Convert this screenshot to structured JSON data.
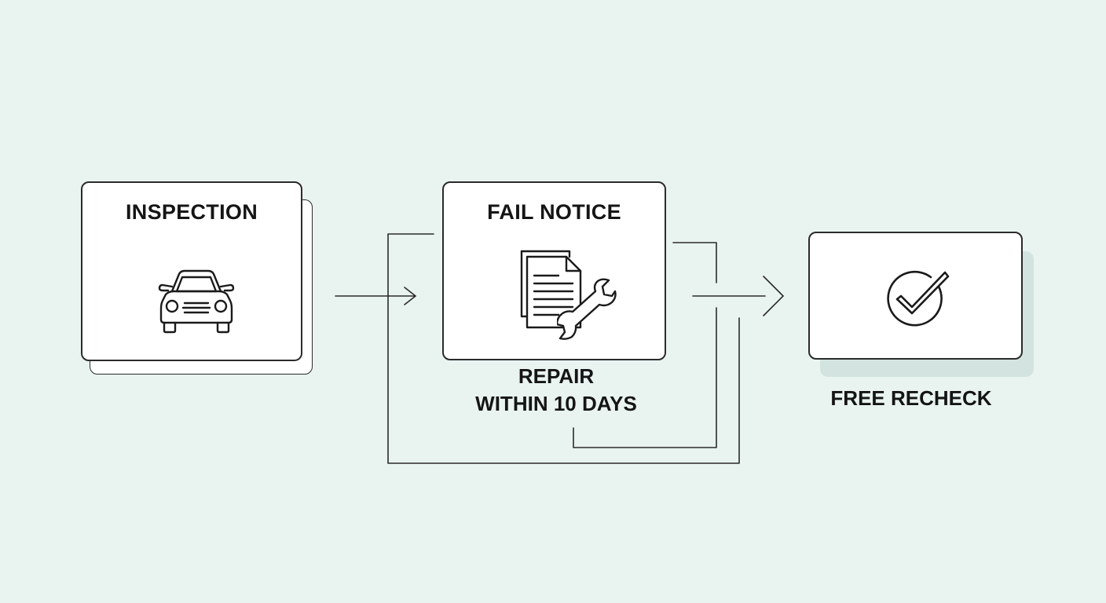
{
  "steps": {
    "inspection": {
      "title": "INSPECTION",
      "icon": "car-icon"
    },
    "fail_notice": {
      "title": "FAIL NOTICE",
      "icons": [
        "document-icon",
        "wrench-icon"
      ],
      "caption_line1": "REPAIR",
      "caption_line2": "WITHIN 10 DAYS"
    },
    "free_recheck": {
      "caption": "FREE RECHECK",
      "icon": "check-circle-icon"
    }
  },
  "colors": {
    "background": "#e9f4f1",
    "card": "#ffffff",
    "stroke": "#2b2b2b",
    "shadow": "#d3e4e0"
  }
}
